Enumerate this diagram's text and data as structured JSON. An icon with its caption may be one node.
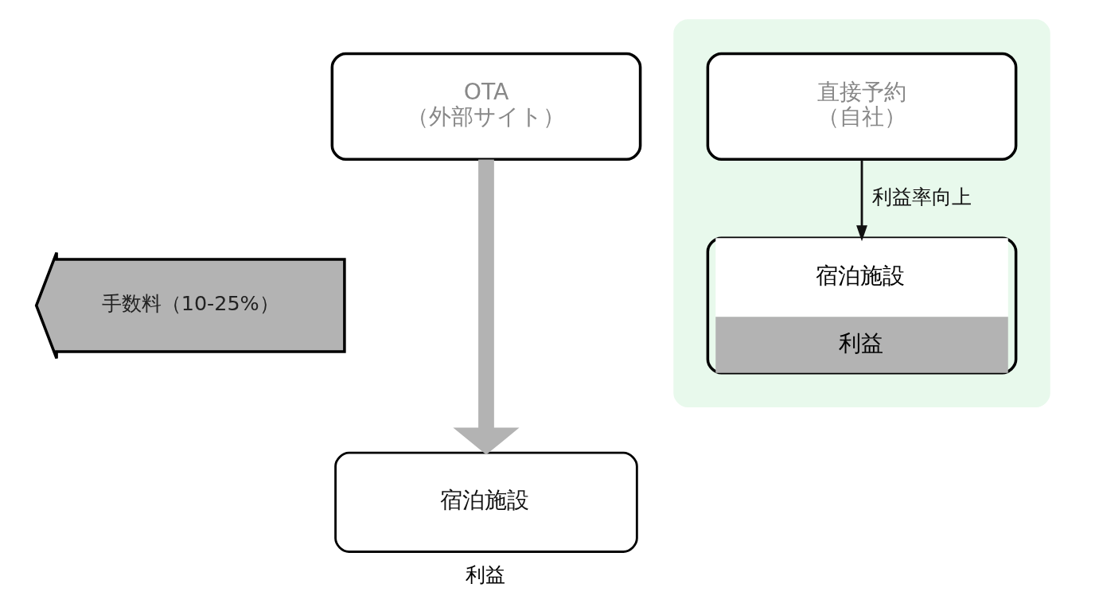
{
  "diagram": {
    "nodes": [
      {
        "text": [
          "OTA",
          "（外部サイト）"
        ]
      },
      {
        "text": [
          "手数料（10-25%）"
        ]
      },
      {
        "text": [
          "宿泊施設"
        ],
        "beside": [
          "利益"
        ]
      },
      {
        "text": [],
        "shape": "box"
      },
      {
        "text": [
          "直接予約",
          "（自社）"
        ],
        "in": 3
      },
      {
        "text": [
          "宿泊施設",
          "利益"
        ],
        "in": 3
      }
    ],
    "edges": [
      {
        "from": 0,
        "to": 2,
        "arrow": "to",
        "style": "thick",
        "color": "#b3b3b3"
      },
      {
        "from": 4,
        "to": 5,
        "arrow": "to",
        "label": "利益率向上",
        "color": "#111111"
      }
    ]
  }
}
